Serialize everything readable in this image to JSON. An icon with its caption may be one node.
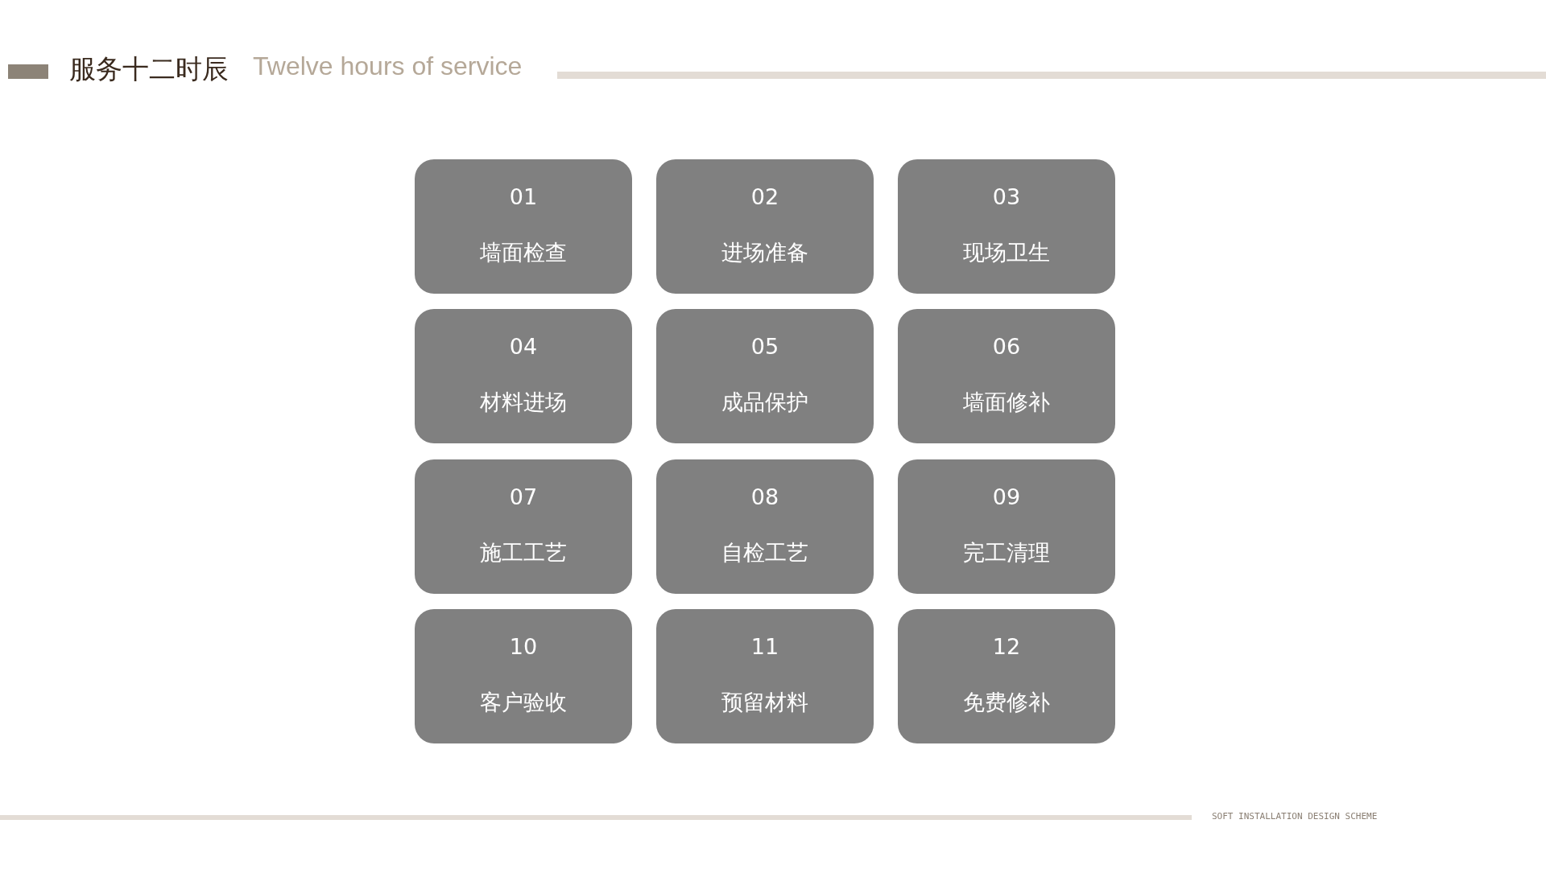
{
  "diagram": {
    "title": "服务十二时辰",
    "nodes": [
      {
        "text": [
          "01",
          "墙面检查"
        ]
      },
      {
        "text": [
          "02",
          "进场准备"
        ]
      },
      {
        "text": [
          "03",
          "现场卫生"
        ]
      },
      {
        "text": [
          "04",
          "材料进场"
        ]
      },
      {
        "text": [
          "05",
          "成品保护"
        ]
      },
      {
        "text": [
          "06",
          "墙面修补"
        ]
      },
      {
        "text": [
          "07",
          "施工工艺"
        ]
      },
      {
        "text": [
          "08",
          "自检工艺"
        ]
      },
      {
        "text": [
          "09",
          "完工清理"
        ]
      },
      {
        "text": [
          "10",
          "客户验收"
        ]
      },
      {
        "text": [
          "11",
          "预留材料"
        ]
      },
      {
        "text": [
          "12",
          "免费修补"
        ]
      }
    ],
    "edges": [],
    "labels": [
      "Twelve hours of service",
      "SOFT INSTALLATION DESIGN SCHEME"
    ]
  }
}
